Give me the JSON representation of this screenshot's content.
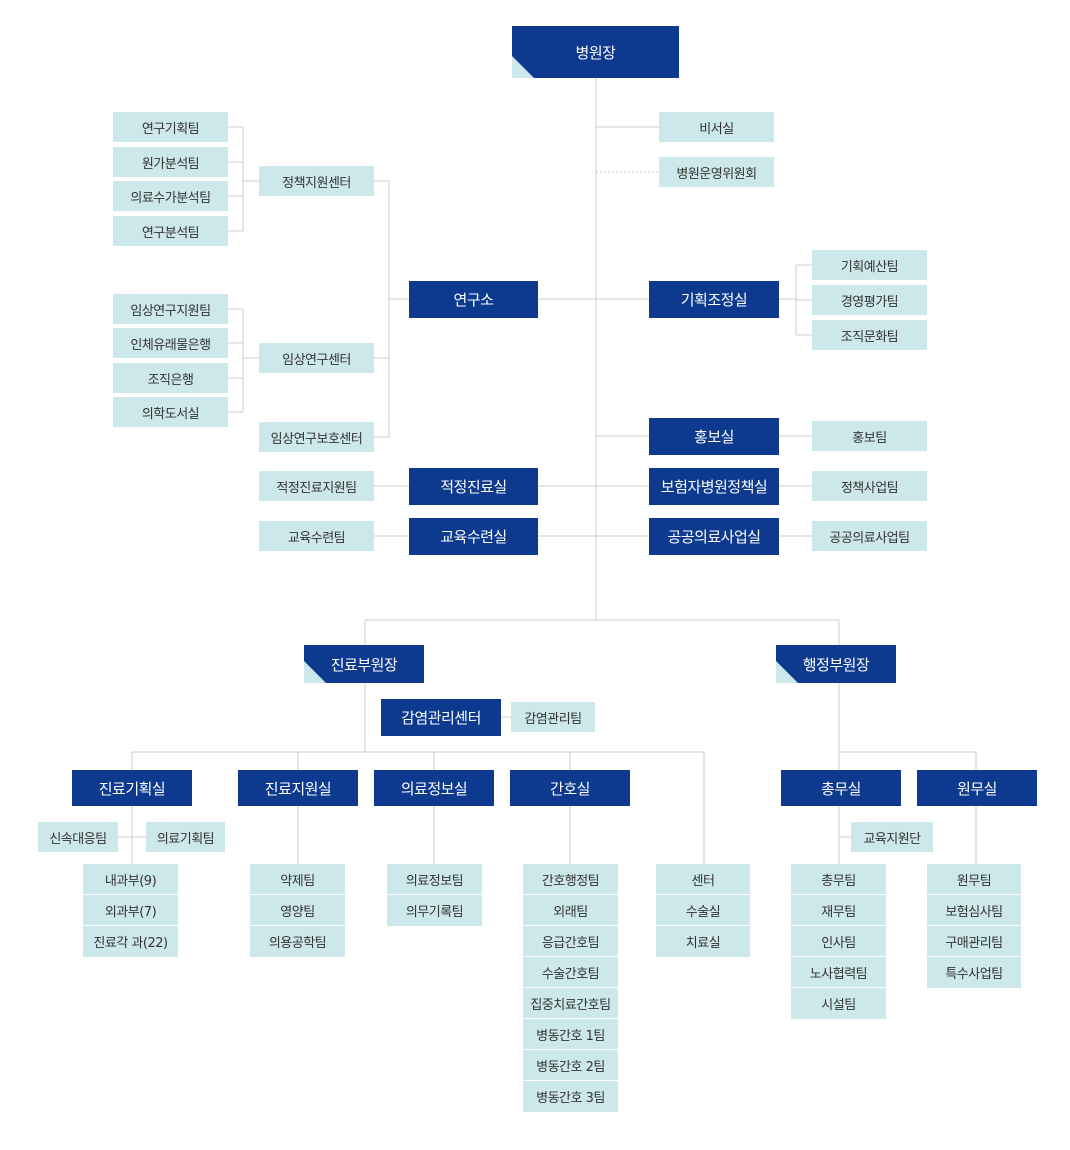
{
  "colors": {
    "dark": "#0d3a8e",
    "light": "#cde8ea",
    "line": "#cccccc"
  },
  "top": {
    "director": "병원장",
    "secretary": "비서실",
    "committee": "병원운영위원회"
  },
  "research": {
    "institute": "연구소",
    "policy_center": "정책지원센터",
    "policy_teams": [
      "연구기획팀",
      "원가분석팀",
      "의료수가분석팀",
      "연구분석팀"
    ],
    "clinical_center": "임상연구센터",
    "clinical_teams": [
      "임상연구지원팀",
      "인체유래물은행",
      "조직은행",
      "의학도서실"
    ],
    "protection_center": "임상연구보호센터"
  },
  "planning": {
    "office": "기획조정실",
    "teams": [
      "기획예산팀",
      "경영평가팀",
      "조직문화팀"
    ]
  },
  "pr": {
    "office": "홍보실",
    "team": "홍보팀"
  },
  "insurance": {
    "office": "보험자병원정책실",
    "team": "정책사업팀"
  },
  "public": {
    "office": "공공의료사업실",
    "team": "공공의료사업팀"
  },
  "proper": {
    "office": "적정진료실",
    "team": "적정진료지원팀"
  },
  "training": {
    "office": "교육수련실",
    "team": "교육수련팀"
  },
  "medical": {
    "vp": "진료부원장",
    "infection_center": "감염관리센터",
    "infection_team": "감염관리팀",
    "planning_office": "진료기획실",
    "rapid_team": "신속대응팀",
    "planning_team": "의료기획팀",
    "departments": [
      "내과부(9)",
      "외과부(7)",
      "진료각 과(22)"
    ],
    "support_office": "진료지원실",
    "support_teams": [
      "약제팀",
      "영양팀",
      "의용공학팀"
    ],
    "info_office": "의료정보실",
    "info_teams": [
      "의료정보팀",
      "의무기록팀"
    ],
    "nursing_office": "간호실",
    "nursing_teams": [
      "간호행정팀",
      "외래팀",
      "응급간호팀",
      "수술간호팀",
      "집중치료간호팀",
      "병동간호 1팀",
      "병동간호 2팀",
      "병동간호 3팀"
    ],
    "centers": [
      "센터",
      "수술실",
      "치료실"
    ]
  },
  "admin": {
    "vp": "행정부원장",
    "general_office": "총무실",
    "education_team": "교육지원단",
    "general_teams": [
      "총무팀",
      "재무팀",
      "인사팀",
      "노사협력팀",
      "시설팀"
    ],
    "affairs_office": "원무실",
    "affairs_teams": [
      "원무팀",
      "보험심사팀",
      "구매관리팀",
      "특수사업팀"
    ]
  }
}
